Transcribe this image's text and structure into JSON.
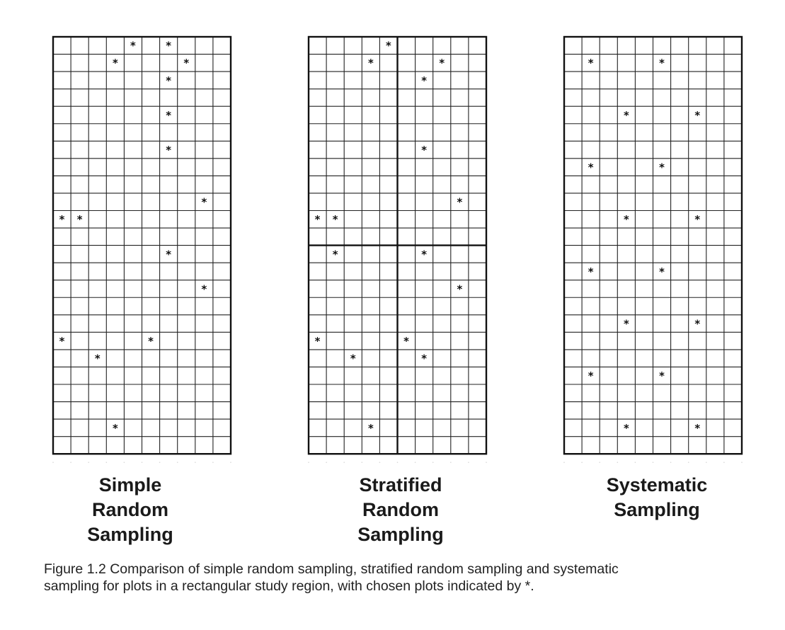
{
  "figure": {
    "grid": {
      "rows": 24,
      "cols": 10
    },
    "marker": "*",
    "panels": [
      {
        "id": "simple",
        "label_lines": [
          "Simple",
          "Random",
          "Sampling"
        ],
        "strata": false,
        "marked_cells": [
          [
            0,
            4
          ],
          [
            0,
            6
          ],
          [
            1,
            3
          ],
          [
            1,
            7
          ],
          [
            2,
            6
          ],
          [
            4,
            6
          ],
          [
            6,
            6
          ],
          [
            9,
            8
          ],
          [
            10,
            0
          ],
          [
            10,
            1
          ],
          [
            12,
            6
          ],
          [
            14,
            8
          ],
          [
            17,
            0
          ],
          [
            17,
            5
          ],
          [
            18,
            2
          ],
          [
            22,
            3
          ]
        ]
      },
      {
        "id": "stratified",
        "label_lines": [
          "Stratified",
          "Random",
          "Sampling"
        ],
        "strata": true,
        "marked_cells": [
          [
            0,
            4
          ],
          [
            1,
            3
          ],
          [
            1,
            7
          ],
          [
            2,
            6
          ],
          [
            6,
            6
          ],
          [
            9,
            8
          ],
          [
            10,
            0
          ],
          [
            10,
            1
          ],
          [
            12,
            1
          ],
          [
            12,
            6
          ],
          [
            14,
            8
          ],
          [
            17,
            0
          ],
          [
            17,
            5
          ],
          [
            18,
            2
          ],
          [
            18,
            6
          ],
          [
            22,
            3
          ]
        ]
      },
      {
        "id": "systematic",
        "label_lines": [
          "Systematic",
          "Sampling"
        ],
        "strata": false,
        "marked_cells": [
          [
            1,
            1
          ],
          [
            1,
            5
          ],
          [
            4,
            3
          ],
          [
            4,
            7
          ],
          [
            7,
            1
          ],
          [
            7,
            5
          ],
          [
            10,
            3
          ],
          [
            10,
            7
          ],
          [
            13,
            1
          ],
          [
            13,
            5
          ],
          [
            16,
            3
          ],
          [
            16,
            7
          ],
          [
            19,
            1
          ],
          [
            19,
            5
          ],
          [
            22,
            3
          ],
          [
            22,
            7
          ]
        ]
      }
    ]
  },
  "caption_lines": [
    "Figure 1.2  Comparison of simple random sampling, stratified random sampling and systematic",
    "sampling for plots in a rectangular study region, with chosen plots indicated by *."
  ]
}
